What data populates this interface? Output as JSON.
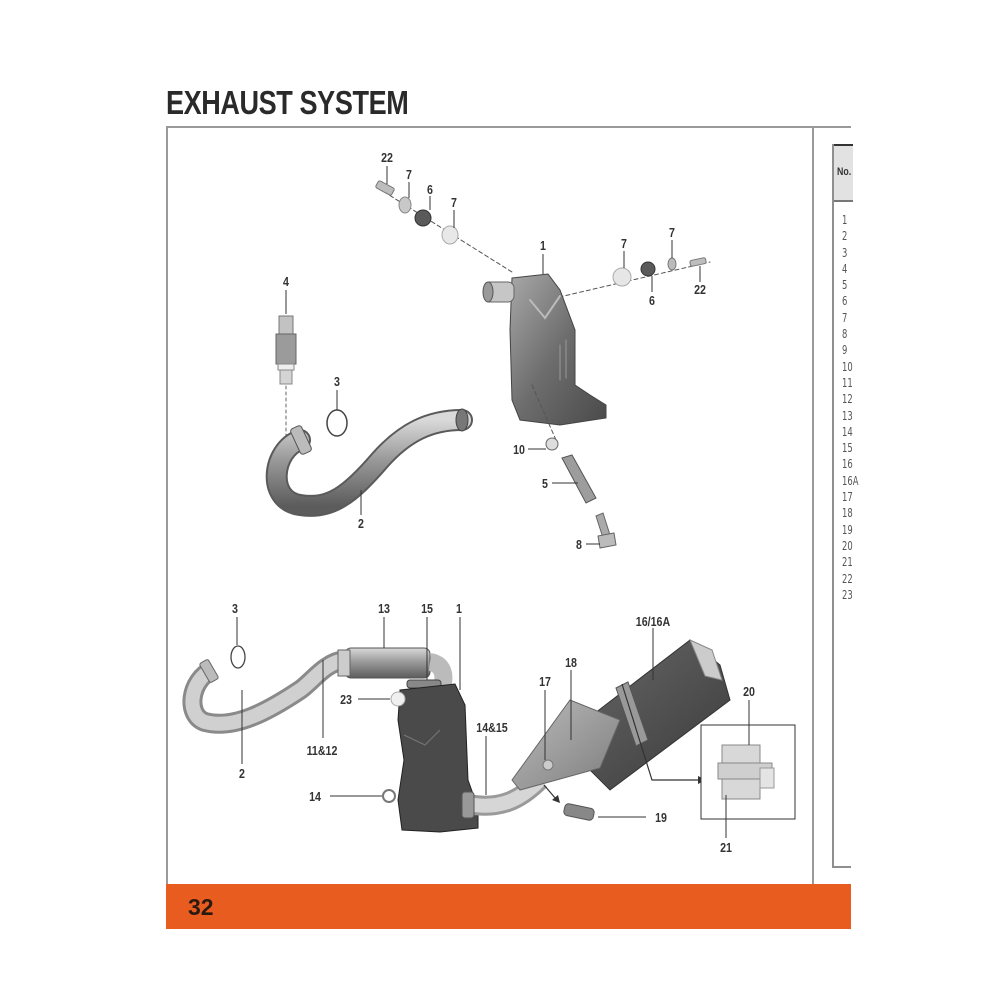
{
  "page": {
    "title": "EXHAUST SYSTEM",
    "page_number": "32",
    "accent_color": "#e95c20"
  },
  "parts_table": {
    "header": "No.",
    "rows": [
      "1",
      "2",
      "3",
      "4",
      "5",
      "6",
      "7",
      "8",
      "9",
      "10",
      "11",
      "12",
      "13",
      "14",
      "15",
      "16",
      "16A",
      "17",
      "18",
      "19",
      "20",
      "21",
      "22",
      "23"
    ]
  },
  "exploded_view": {
    "callouts": [
      {
        "id": "c22a",
        "label": "22"
      },
      {
        "id": "c7a",
        "label": "7"
      },
      {
        "id": "c6a",
        "label": "6"
      },
      {
        "id": "c7b",
        "label": "7"
      },
      {
        "id": "c1a",
        "label": "1"
      },
      {
        "id": "c7c",
        "label": "7"
      },
      {
        "id": "c7d",
        "label": "7"
      },
      {
        "id": "c6b",
        "label": "6"
      },
      {
        "id": "c22b",
        "label": "22"
      },
      {
        "id": "c4",
        "label": "4"
      },
      {
        "id": "c3a",
        "label": "3"
      },
      {
        "id": "c2a",
        "label": "2"
      },
      {
        "id": "c10",
        "label": "10"
      },
      {
        "id": "c5",
        "label": "5"
      },
      {
        "id": "c8",
        "label": "8"
      }
    ]
  },
  "assembled_view": {
    "callouts": [
      {
        "id": "d3",
        "label": "3"
      },
      {
        "id": "d13",
        "label": "13"
      },
      {
        "id": "d15",
        "label": "15"
      },
      {
        "id": "d1",
        "label": "1"
      },
      {
        "id": "d16",
        "label": "16/16A"
      },
      {
        "id": "d18",
        "label": "18"
      },
      {
        "id": "d17",
        "label": "17"
      },
      {
        "id": "d23",
        "label": "23"
      },
      {
        "id": "d1415",
        "label": "14&15"
      },
      {
        "id": "d1112",
        "label": "11&12"
      },
      {
        "id": "d2",
        "label": "2"
      },
      {
        "id": "d14",
        "label": "14"
      },
      {
        "id": "d19",
        "label": "19"
      },
      {
        "id": "d20",
        "label": "20"
      },
      {
        "id": "d21",
        "label": "21"
      }
    ]
  }
}
